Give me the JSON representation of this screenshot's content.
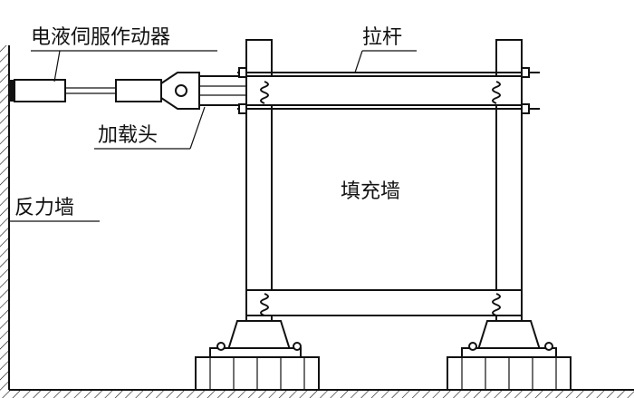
{
  "labels": {
    "actuator": "电液伺服作动器",
    "tie_rod": "拉杆",
    "loading_head": "加载头",
    "reaction_wall": "反力墙",
    "infill_wall": "填充墙"
  }
}
